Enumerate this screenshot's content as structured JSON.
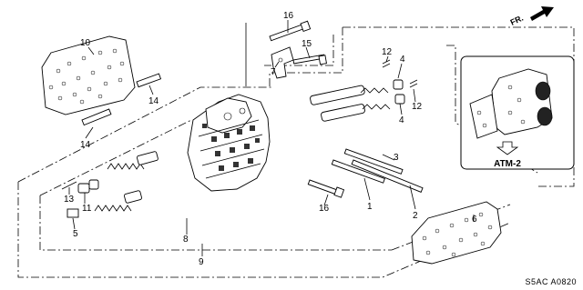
{
  "diagram": {
    "reference_code": "S5AC A0820",
    "orientation_label": "FR.",
    "inset_label": "ATM-2",
    "callouts": {
      "c1": "1",
      "c2": "2",
      "c3": "3",
      "c4a": "4",
      "c4b": "4",
      "c5": "5",
      "c6": "6",
      "c7": "7",
      "c8": "8",
      "c9": "9",
      "c10": "10",
      "c11": "11",
      "c12a": "12",
      "c12b": "12",
      "c13": "13",
      "c14a": "14",
      "c14b": "14",
      "c15": "15",
      "c16a": "16",
      "c16b": "16"
    }
  }
}
